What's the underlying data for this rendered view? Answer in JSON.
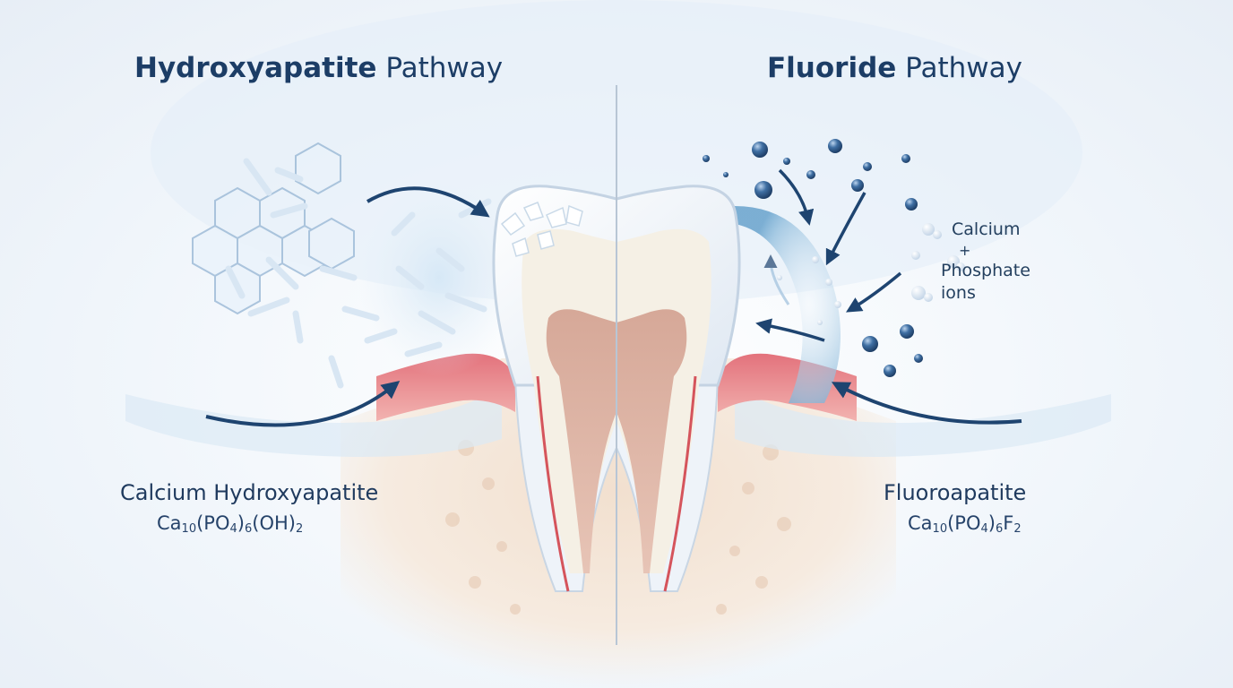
{
  "left": {
    "title_bold": "Hydroxyapatite",
    "title_rest": "Pathway",
    "mineral_name": "Calcium Hydroxyapatite",
    "formula": [
      {
        "t": "Ca"
      },
      {
        "s": "10"
      },
      {
        "t": "(PO"
      },
      {
        "s": "4"
      },
      {
        "t": ")"
      },
      {
        "s": "6"
      },
      {
        "t": "(OH)"
      },
      {
        "s": "2"
      }
    ]
  },
  "right": {
    "title_bold": "Fluoride",
    "title_rest": "Pathway",
    "mineral_name": "Fluoroapatite",
    "formula": [
      {
        "t": "Ca"
      },
      {
        "s": "10"
      },
      {
        "t": "(PO"
      },
      {
        "s": "4"
      },
      {
        "t": ")"
      },
      {
        "s": "6"
      },
      {
        "t": "F"
      },
      {
        "s": "2"
      }
    ],
    "ions": {
      "line1": "Calcium",
      "line2": "+",
      "line3": "Phosphate",
      "line4": "ions"
    }
  },
  "colors": {
    "title": "#1c3d66",
    "arrow": "#1e4470",
    "gum": "#e8848c",
    "enamel": "#f7f9fc",
    "dentin": "#f3efe6",
    "pulp": "#d9a99b",
    "bone": "#f2e2d2",
    "sphere": "#2f5f93"
  }
}
